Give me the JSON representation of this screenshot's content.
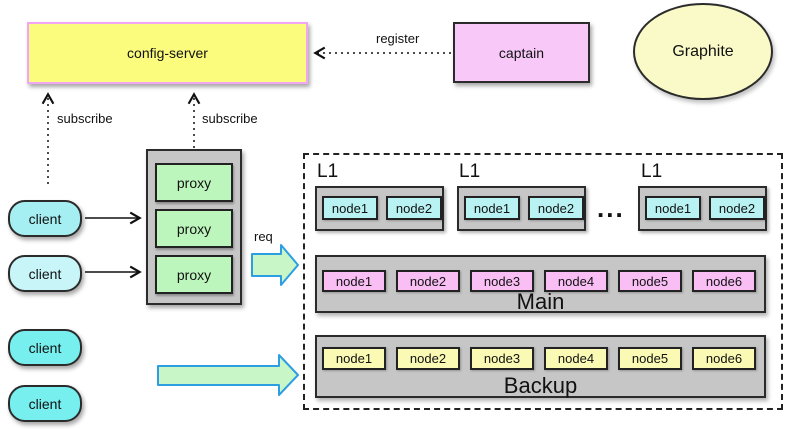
{
  "config_server": {
    "label": "config-server",
    "fill": "#fbfb7e",
    "border": "#f2a6f2"
  },
  "captain": {
    "label": "captain",
    "fill": "#f8c8f8"
  },
  "graphite": {
    "label": "Graphite",
    "fill": "#fafac8"
  },
  "arrows": {
    "register_label": "register",
    "subscribe_left_label": "subscribe",
    "subscribe_right_label": "subscribe",
    "req_label": "req",
    "block_fill": "#c9f6c6",
    "block_border": "#2e9ee3"
  },
  "proxy_stack": {
    "fill": "#bdf6bd",
    "items": [
      {
        "label": "proxy"
      },
      {
        "label": "proxy"
      },
      {
        "label": "proxy"
      }
    ]
  },
  "clients": [
    {
      "label": "client",
      "fill": "#a5eff3"
    },
    {
      "label": "client",
      "fill": "#c8f6f8"
    },
    {
      "label": "client",
      "fill": "#77efef"
    },
    {
      "label": "client",
      "fill": "#77efef"
    }
  ],
  "cluster": {
    "ellipsis": "...",
    "l1_node_fill": "#b9f2f2",
    "l1_groups": [
      {
        "title": "L1",
        "nodes": [
          {
            "label": "node1"
          },
          {
            "label": "node2"
          }
        ]
      },
      {
        "title": "L1",
        "nodes": [
          {
            "label": "node1"
          },
          {
            "label": "node2"
          }
        ]
      },
      {
        "title": "L1",
        "nodes": [
          {
            "label": "node1"
          },
          {
            "label": "node2"
          }
        ]
      }
    ],
    "main": {
      "title": "Main",
      "node_fill": "#f9bff5",
      "nodes": [
        {
          "label": "node1"
        },
        {
          "label": "node2"
        },
        {
          "label": "node3"
        },
        {
          "label": "node4"
        },
        {
          "label": "node5"
        },
        {
          "label": "node6"
        }
      ]
    },
    "backup": {
      "title": "Backup",
      "node_fill": "#fafab4",
      "nodes": [
        {
          "label": "node1"
        },
        {
          "label": "node2"
        },
        {
          "label": "node3"
        },
        {
          "label": "node4"
        },
        {
          "label": "node5"
        },
        {
          "label": "node6"
        }
      ]
    }
  }
}
